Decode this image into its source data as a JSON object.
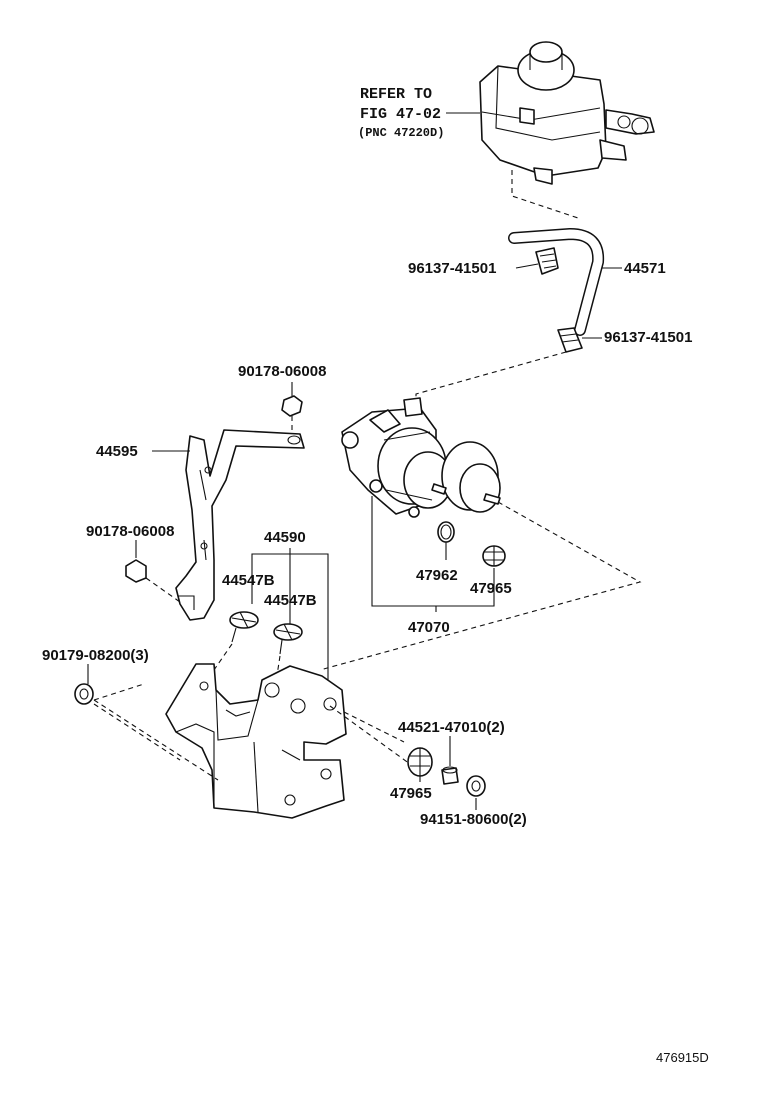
{
  "reference": {
    "line1": "REFER TO",
    "line2": "FIG 47-02",
    "line3": "(PNC 47220D)"
  },
  "labels": {
    "hose": "44571",
    "clip_upper": "96137-41501",
    "clip_lower": "96137-41501",
    "bolt_upper": "90178-06008",
    "bracket": "44595",
    "bolt_left": "90178-06008",
    "bracket_assy": "44590",
    "cushion_a": "44547B",
    "cushion_b": "44547B",
    "nut_left": "90179-08200(3)",
    "ring": "47962",
    "grommet_upper": "47965",
    "pump_assy": "47070",
    "collar": "44521-47010(2)",
    "grommet_lower": "47965",
    "nut_right": "94151-80600(2)"
  },
  "diagram_id": "476915D"
}
